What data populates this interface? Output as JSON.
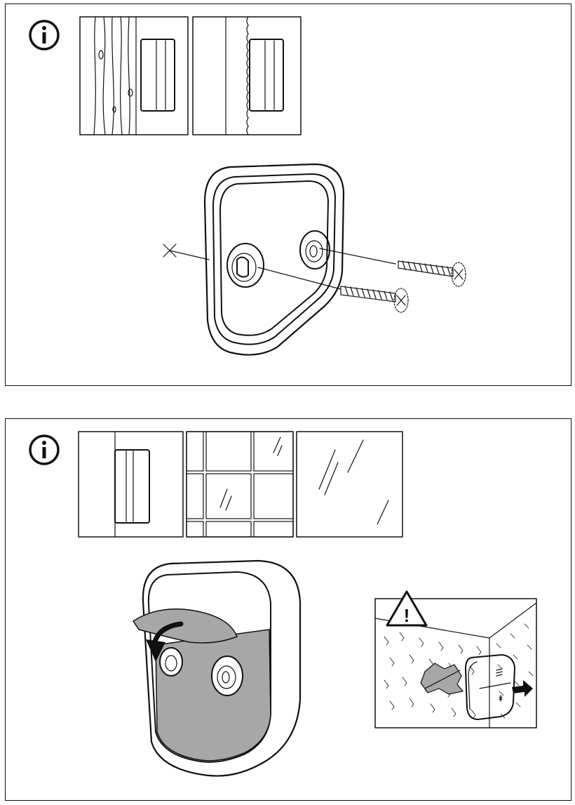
{
  "document": {
    "panels": [
      {
        "info_icon": "info-icon",
        "surface_examples": [
          "wood-surface",
          "plaster-surface"
        ],
        "step": "mount-with-screws",
        "hardware": [
          "screw",
          "screw"
        ],
        "marker": "crosshair-mark"
      },
      {
        "info_icon": "info-icon",
        "surface_examples": [
          "smooth-surface",
          "tile-surface",
          "glass-surface"
        ],
        "step": "peel-adhesive-backing",
        "warning": {
          "icon": "warning-icon",
          "glyph": "!",
          "illustration": "do-not-mount-on-wallpaper"
        }
      }
    ]
  }
}
